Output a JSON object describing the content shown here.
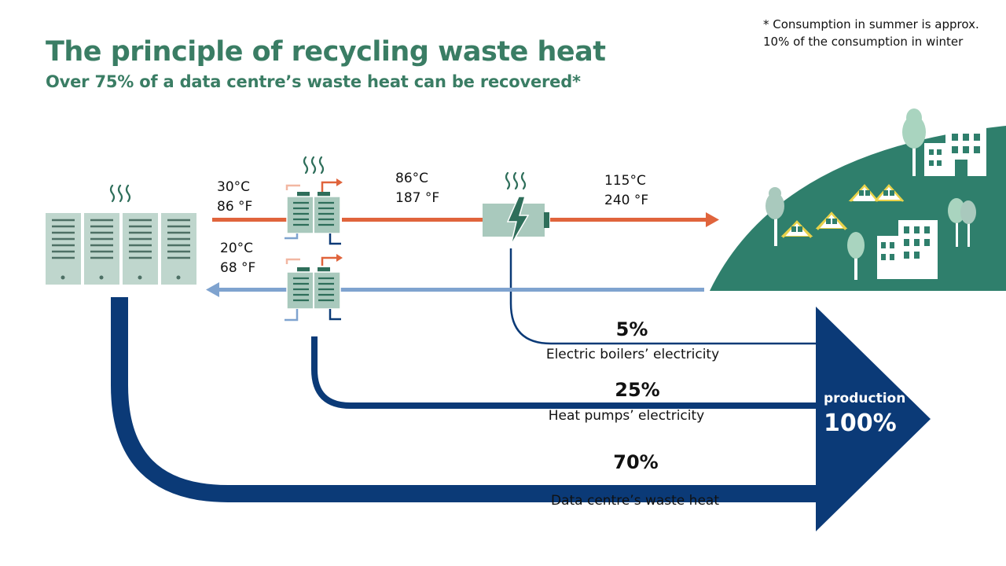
{
  "header": {
    "title": "The principle of recycling waste heat",
    "subtitle": "Over 75% of a data centre’s waste heat can be recovered*",
    "footnote_line1": "* Consumption in summer is approx.",
    "footnote_line2": "10% of the consumption in winter"
  },
  "temperatures": {
    "server_out_c": "30°C",
    "server_out_f": "86 °F",
    "return_c": "20°C",
    "return_f": "68 °F",
    "heatpump_out_c": "86°C",
    "heatpump_out_f": "187 °F",
    "boiler_out_c": "115°C",
    "boiler_out_f": "240 °F"
  },
  "flows": [
    {
      "percent": "5%",
      "label": "Electric boilers’ electricity"
    },
    {
      "percent": "25%",
      "label": "Heat pumps’ electricity"
    },
    {
      "percent": "70%",
      "label": "Data centre’s waste heat"
    }
  ],
  "production": {
    "label": "production",
    "value": "100%"
  },
  "colors": {
    "title_green": "#3a7d64",
    "hot_pipe": "#e0643c",
    "cold_pipe": "#7fa3cf",
    "navy_flow": "#0b3a77",
    "city_green": "#2f7f6c",
    "equipment_green": "#a9c9bd",
    "equipment_dark": "#2e6e5a"
  },
  "icons": [
    "server-rack-icon",
    "heat-pump-icon",
    "electric-boiler-icon",
    "city-icon",
    "heat-wave-icon"
  ]
}
